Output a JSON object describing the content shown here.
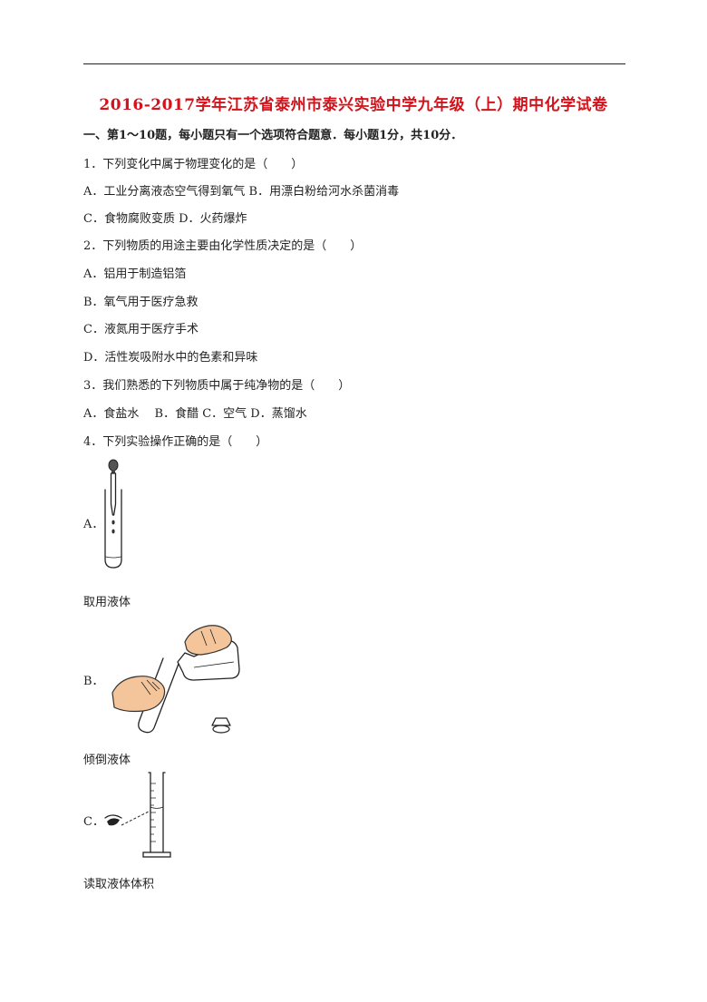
{
  "header": {
    "title": "2016-2017学年江苏省泰州市泰兴实验中学九年级（上）期中化学试卷"
  },
  "section1": {
    "heading": "一、第1～10题，每小题只有一个选项符合题意．每小题1分，共10分．"
  },
  "questions": {
    "q1": {
      "stem": "1．下列变化中属于物理变化的是（　　）",
      "options_line1": "A．工业分离液态空气得到氧气 B．用漂白粉给河水杀菌消毒",
      "options_line2": "C．食物腐败变质 D．火药爆炸"
    },
    "q2": {
      "stem": "2．下列物质的用途主要由化学性质决定的是（　　）",
      "optA": "A．铝用于制造铝箔",
      "optB": "B．氧气用于医疗急救",
      "optC": "C．液氮用于医疗手术",
      "optD": "D．活性炭吸附水中的色素和异味"
    },
    "q3": {
      "stem": "3．我们熟悉的下列物质中属于纯净物的是（　　）",
      "options": "A．食盐水　 B．食醋 C．空气 D．蒸馏水"
    },
    "q4": {
      "stem": "4．下列实验操作正确的是（　　）",
      "optA_letter": "A．",
      "optA_caption": "取用液体",
      "optB_letter": "B．",
      "optB_caption": "倾倒液体",
      "optC_letter": "C．",
      "optC_caption": "读取液体体积"
    }
  }
}
